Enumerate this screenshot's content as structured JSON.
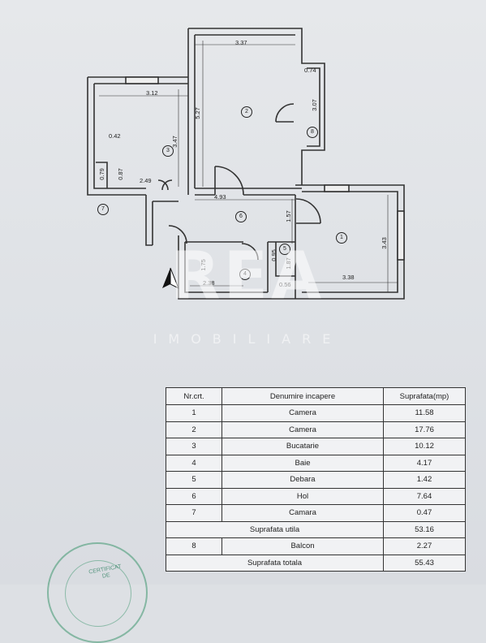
{
  "plan": {
    "dimensions": [
      "3.37",
      "0.74",
      "3.07",
      "5.27",
      "3.12",
      "3.47",
      "0.42",
      "0.87",
      "0.79",
      "2.49",
      "4.93",
      "1.57",
      "3.43",
      "3.38",
      "1.75",
      "2.38",
      "0.95",
      "1.87",
      "0.56"
    ],
    "room_numbers": [
      "1",
      "2",
      "3",
      "4",
      "5",
      "6",
      "7",
      "8"
    ]
  },
  "watermark": {
    "logo": "REA",
    "subtitle": "IMOBILIARE"
  },
  "table": {
    "headers": [
      "Nr.crt.",
      "Denumire incapere",
      "Suprafata(mp)"
    ],
    "rows": [
      [
        "1",
        "Camera",
        "11.58"
      ],
      [
        "2",
        "Camera",
        "17.76"
      ],
      [
        "3",
        "Bucatarie",
        "10.12"
      ],
      [
        "4",
        "Baie",
        "4.17"
      ],
      [
        "5",
        "Debara",
        "1.42"
      ],
      [
        "6",
        "Hol",
        "7.64"
      ],
      [
        "7",
        "Camara",
        "0.47"
      ]
    ],
    "subtotal": {
      "label": "Suprafata utila",
      "value": "53.16"
    },
    "balcony": [
      "8",
      "Balcon",
      "2.27"
    ],
    "total": {
      "label": "Suprafata totala",
      "value": "55.43"
    }
  },
  "stamp": {
    "line1": "CERTIFICAT",
    "line2": "DE"
  }
}
